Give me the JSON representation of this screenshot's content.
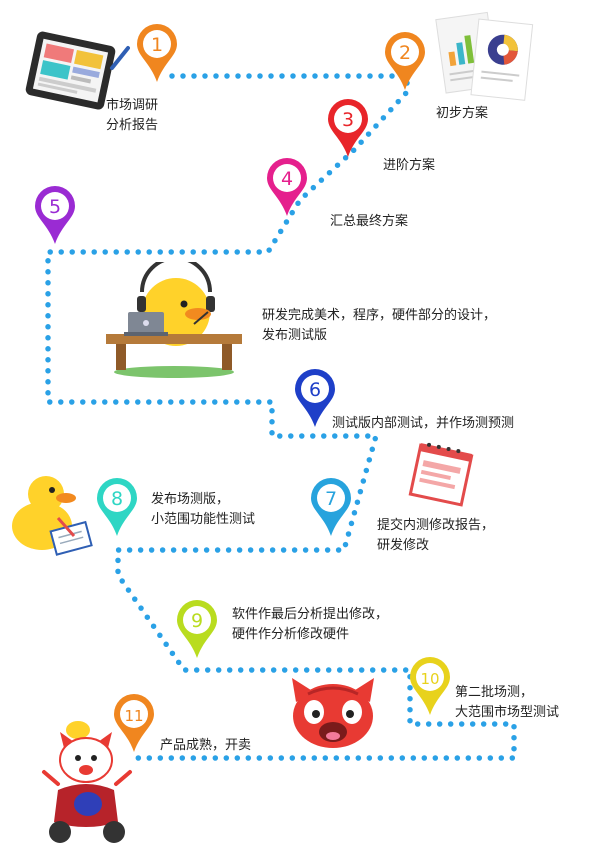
{
  "steps": [
    {
      "num": "1",
      "label": "市场调研\n分析报告",
      "color": "#f0861f"
    },
    {
      "num": "2",
      "label": "初步方案",
      "color": "#f0861f"
    },
    {
      "num": "3",
      "label": "进阶方案",
      "color": "#e8252a"
    },
    {
      "num": "4",
      "label": "汇总最终方案",
      "color": "#e5208d"
    },
    {
      "num": "5",
      "label": "研发完成美术，程序，硬件部分的设计，\n发布测试版",
      "color": "#9a2bd3"
    },
    {
      "num": "6",
      "label": "测试版内部测试，并作场测预测",
      "color": "#1e3fc8"
    },
    {
      "num": "7",
      "label": "提交内测修改报告，\n研发修改",
      "color": "#27a3dd"
    },
    {
      "num": "8",
      "label": "发布场测版，\n小范围功能性测试",
      "color": "#2ed6c4"
    },
    {
      "num": "9",
      "label": "软件作最后分析提出修改，\n硬件作分析修改硬件",
      "color": "#b9dc1f"
    },
    {
      "num": "10",
      "label": "第二批场测，\n大范围市场型测试",
      "color": "#e8d21c"
    },
    {
      "num": "11",
      "label": "产品成熟，开卖",
      "color": "#f0861f"
    }
  ],
  "path_color": "#2aa1e6",
  "illustrations": [
    {
      "name": "tablet-illustration"
    },
    {
      "name": "report-charts-illustration"
    },
    {
      "name": "duck-headset-laptop-illustration"
    },
    {
      "name": "duck-writing-illustration"
    },
    {
      "name": "notepad-illustration"
    },
    {
      "name": "red-cat-illustration"
    },
    {
      "name": "cat-scooter-illustration"
    }
  ]
}
